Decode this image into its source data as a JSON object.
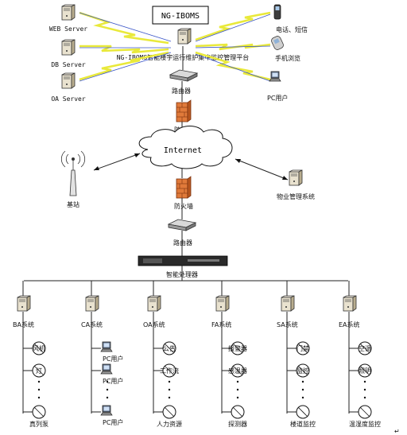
{
  "top": {
    "title_box": "NG-IBOMS",
    "platform": "NG-IBOMS智能楼宇运行维护集中监控管理平台",
    "servers": [
      "WEB Server",
      "DB Server",
      "OA Server"
    ],
    "clients": [
      "电话、短信",
      "手机浏览",
      "PC用户"
    ],
    "router": "路由器",
    "firewall": "防火墙"
  },
  "internet": {
    "label": "Internet",
    "base_station": "基站",
    "property_system": "物业管理系统",
    "firewall": "防火墙",
    "router": "路由器",
    "processor": "智能处理器"
  },
  "subsystems": [
    {
      "name": "BA系统",
      "items": [
        "风机",
        "灯",
        "真列泵"
      ]
    },
    {
      "name": "CA系统",
      "items": [
        "PC用户",
        "PC用户",
        "PC用户"
      ]
    },
    {
      "name": "OA系统",
      "items": [
        "公告",
        "工作流",
        "人力资源"
      ]
    },
    {
      "name": "FA系统",
      "items": [
        "报警器",
        "感温器",
        "探测器"
      ]
    },
    {
      "name": "SA系统",
      "items": [
        "门禁",
        "监控",
        "楼道监控"
      ]
    },
    {
      "name": "EA系统",
      "items": [
        "空调",
        "照明",
        "温湿度监控"
      ]
    }
  ]
}
